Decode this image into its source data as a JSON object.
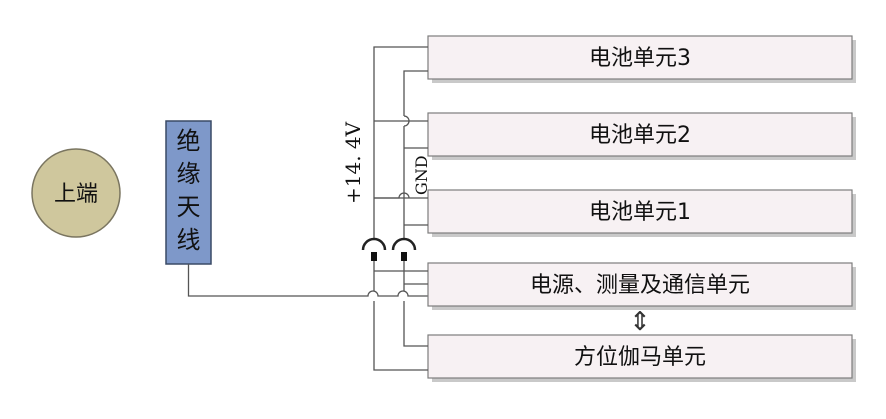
{
  "top_end": {
    "label": "上端",
    "fill": "#cfc79d",
    "stroke": "#7a7560"
  },
  "antenna": {
    "label_chars": [
      "绝",
      "缘",
      "天",
      "线"
    ],
    "fill": "#7e98c9",
    "stroke": "#3a4a66"
  },
  "voltage_label": "+14. 4V",
  "gnd_label": "GND",
  "units": [
    {
      "label": "电池单元3"
    },
    {
      "label": "电池单元2"
    },
    {
      "label": "电池单元1"
    },
    {
      "label": "电源、测量及通信单元"
    },
    {
      "label": "方位伽马单元"
    }
  ],
  "arrow_glyph": "⇕"
}
